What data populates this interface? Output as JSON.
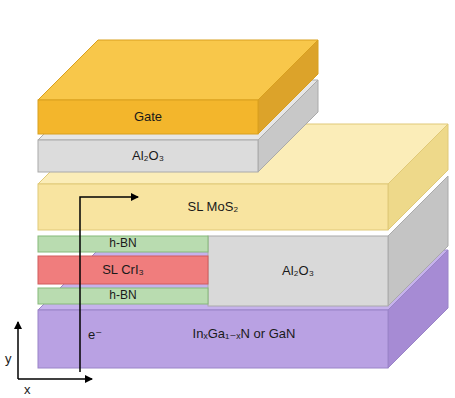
{
  "diagram": {
    "nodes": [
      {
        "text": [
          "Gate"
        ]
      },
      {
        "text": [
          "Al₂O₃"
        ]
      },
      {
        "text": [
          "SL MoS₂"
        ]
      },
      {
        "text": [
          "h-BN"
        ]
      },
      {
        "text": [
          "SL CrI₃"
        ]
      },
      {
        "text": [
          "Al₂O₃"
        ]
      },
      {
        "text": [
          "h-BN"
        ]
      },
      {
        "text": [
          "InₓGa₁₋ₓN or GaN"
        ]
      }
    ],
    "labels": [
      "e⁻",
      "y",
      "x"
    ]
  }
}
